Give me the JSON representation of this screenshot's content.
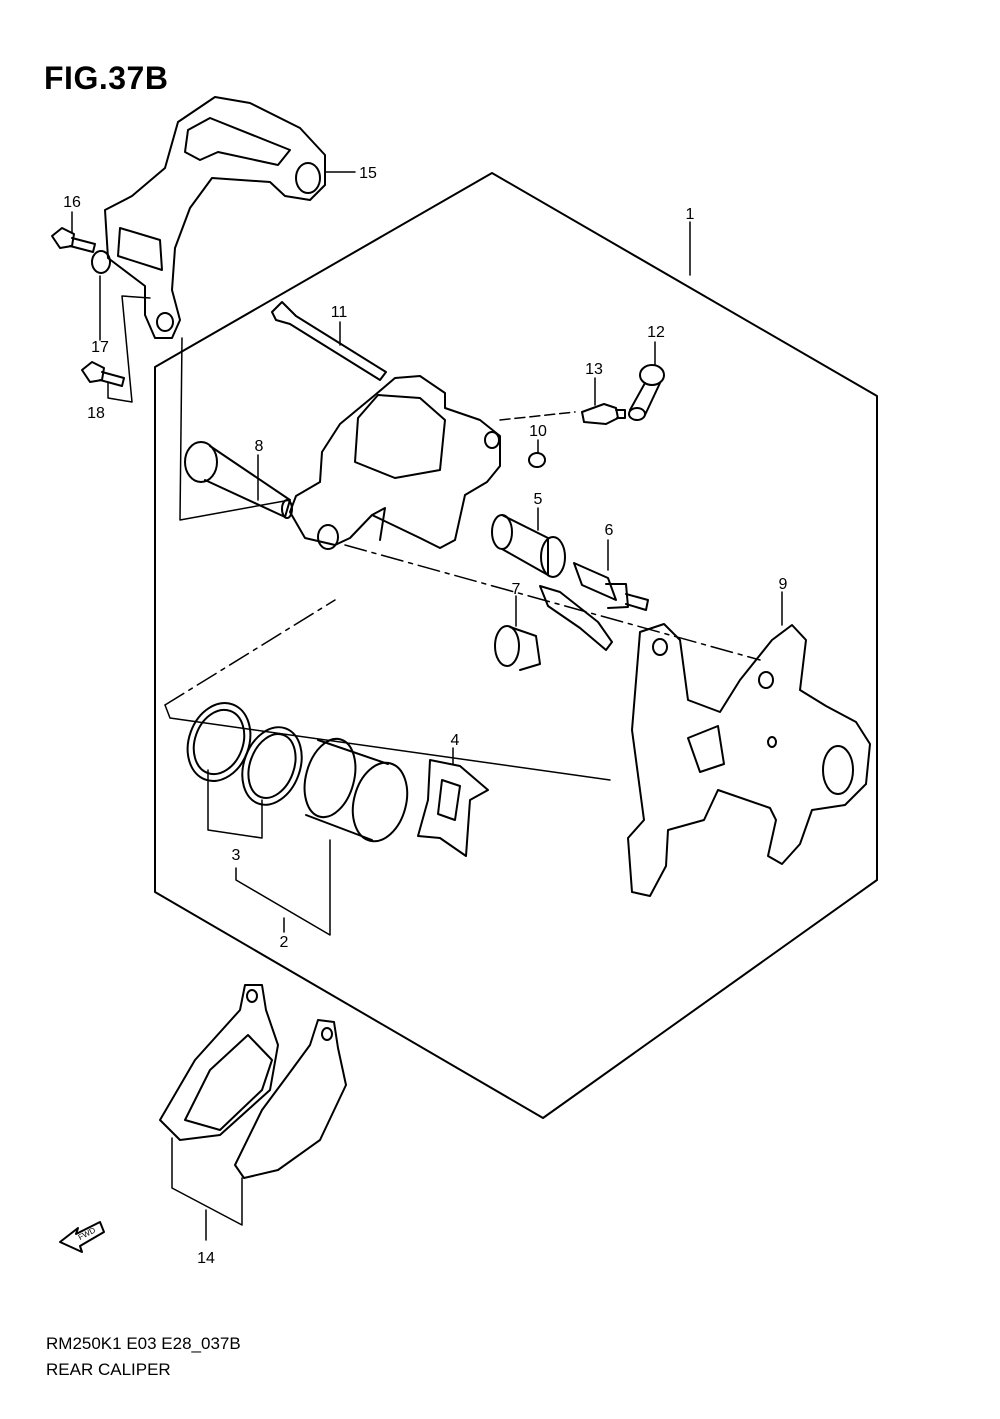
{
  "figure": {
    "title": "FIG.37B",
    "model_code": "RM250K1 E03 E28_037B",
    "name": "REAR CALIPER",
    "fwd_label": "FWD"
  },
  "callouts": [
    "1",
    "2",
    "3",
    "4",
    "5",
    "6",
    "7",
    "8",
    "9",
    "10",
    "11",
    "12",
    "13",
    "14",
    "15",
    "16",
    "17",
    "18"
  ]
}
